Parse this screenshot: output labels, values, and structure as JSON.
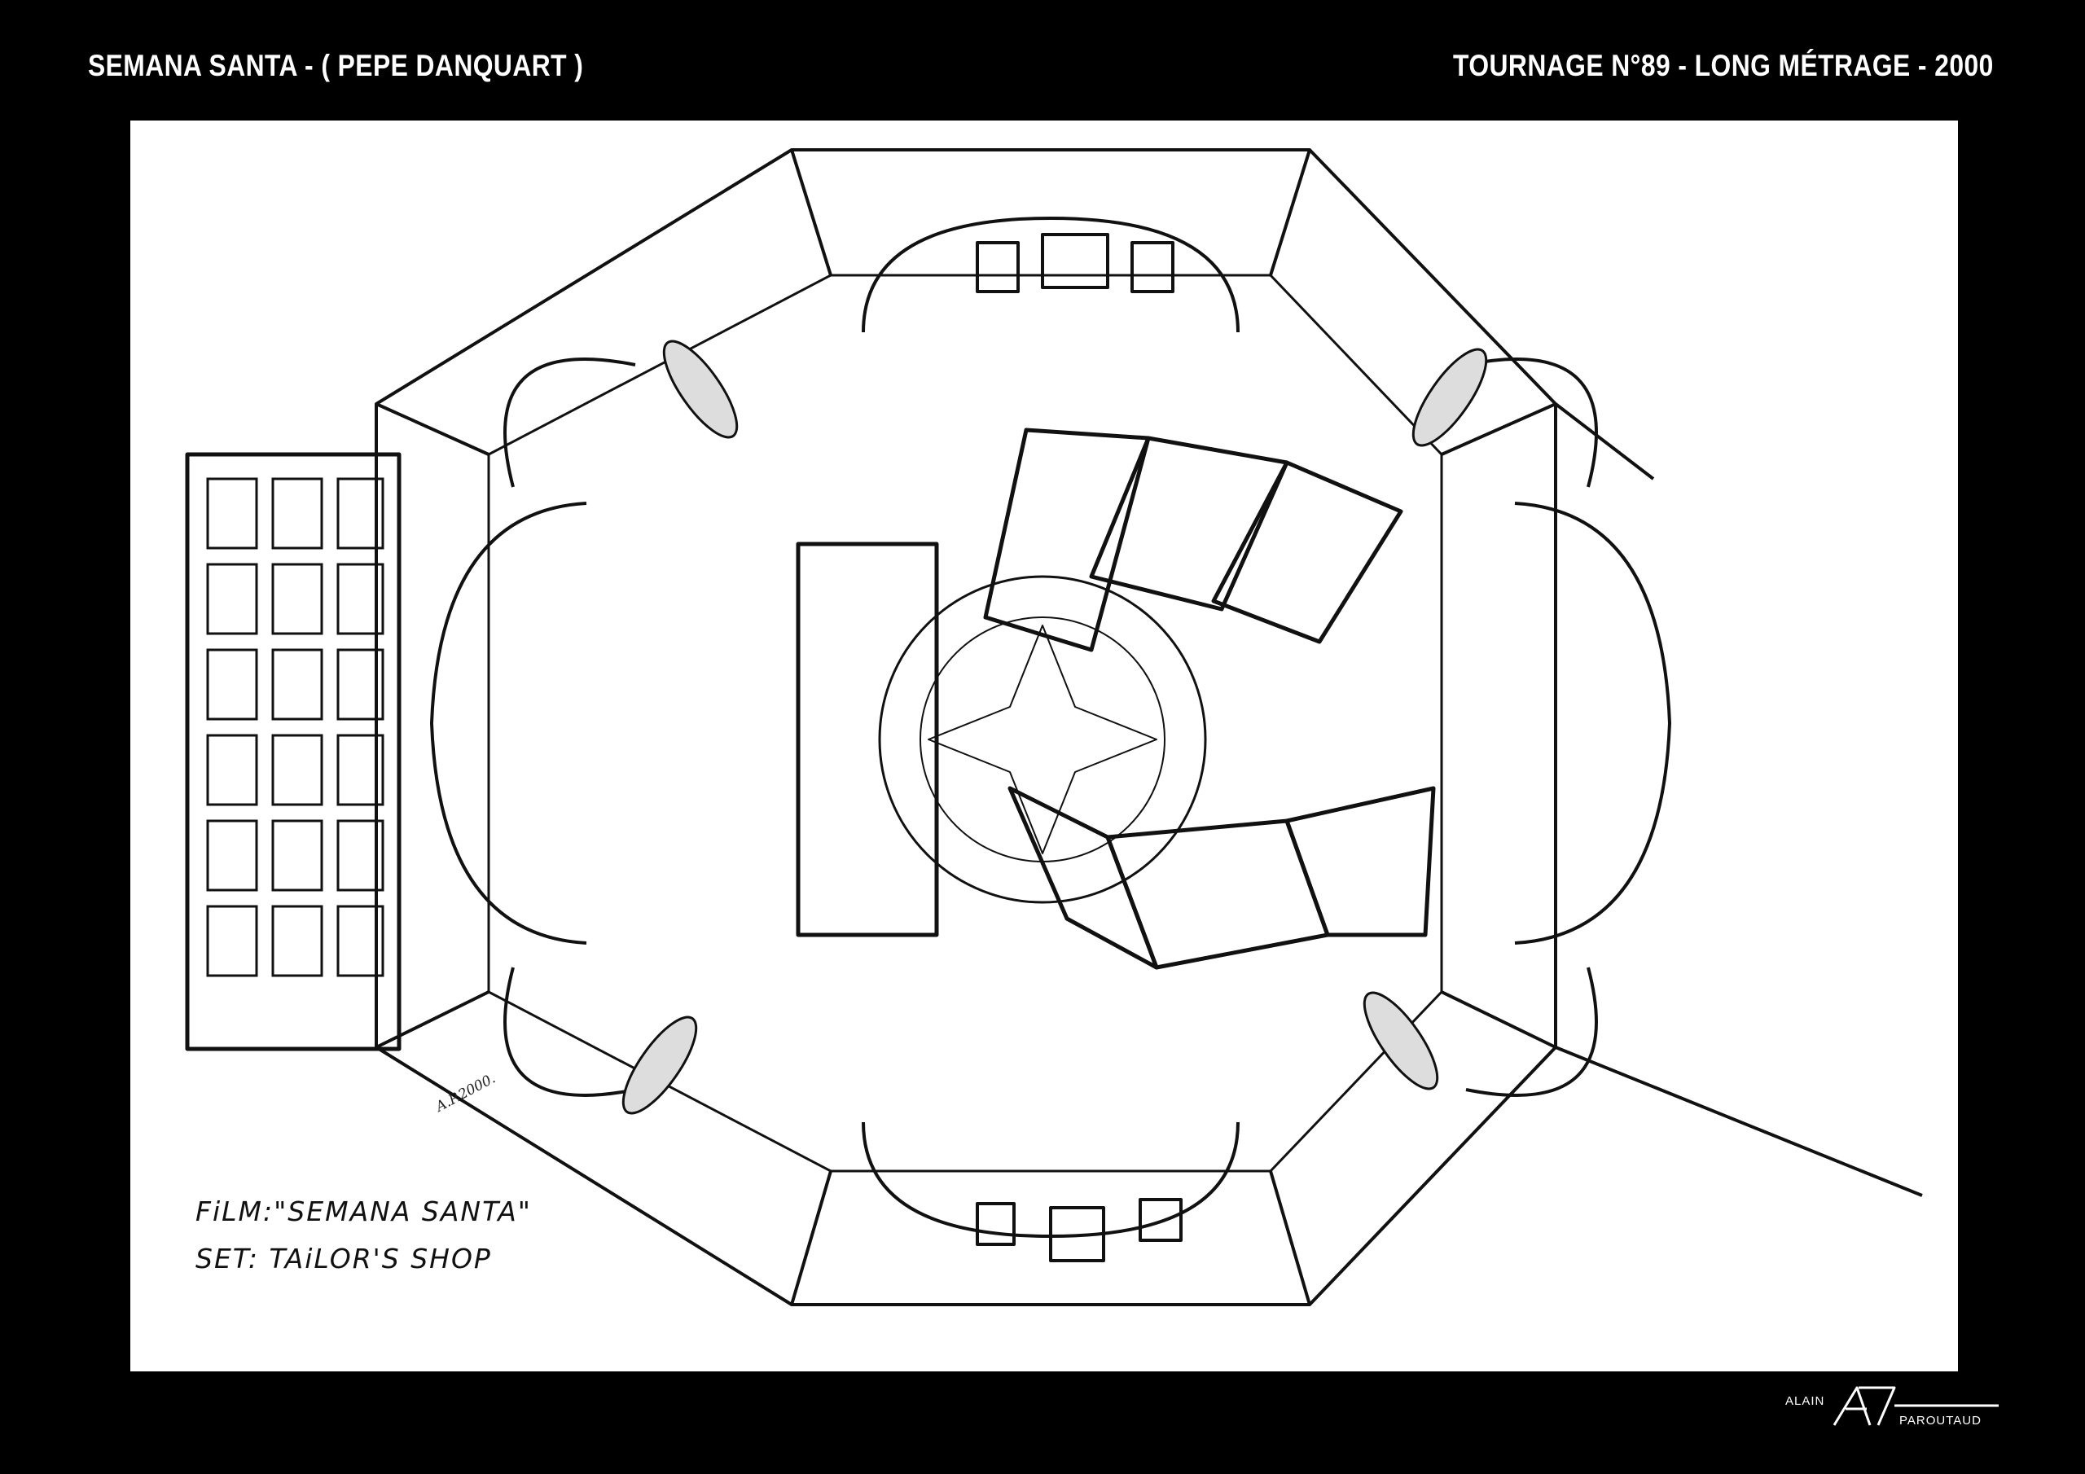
{
  "header": {
    "left": "SEMANA SANTA - ( PEPE DANQUART )",
    "right": "TOURNAGE N°89 - LONG MÉTRAGE - 2000"
  },
  "drawing": {
    "film_caption": "FiLM:\"SEMANA SANTA\"",
    "set_caption": "SET: TAiLOR'S SHOP",
    "signature": "A.P.2000."
  },
  "logo": {
    "first_name": "ALAIN",
    "last_name": "PAROUTAUD",
    "icon": "ap-monogram-icon"
  },
  "colors": {
    "background": "#000000",
    "sheet": "#ffffff",
    "ink": "#111111"
  }
}
